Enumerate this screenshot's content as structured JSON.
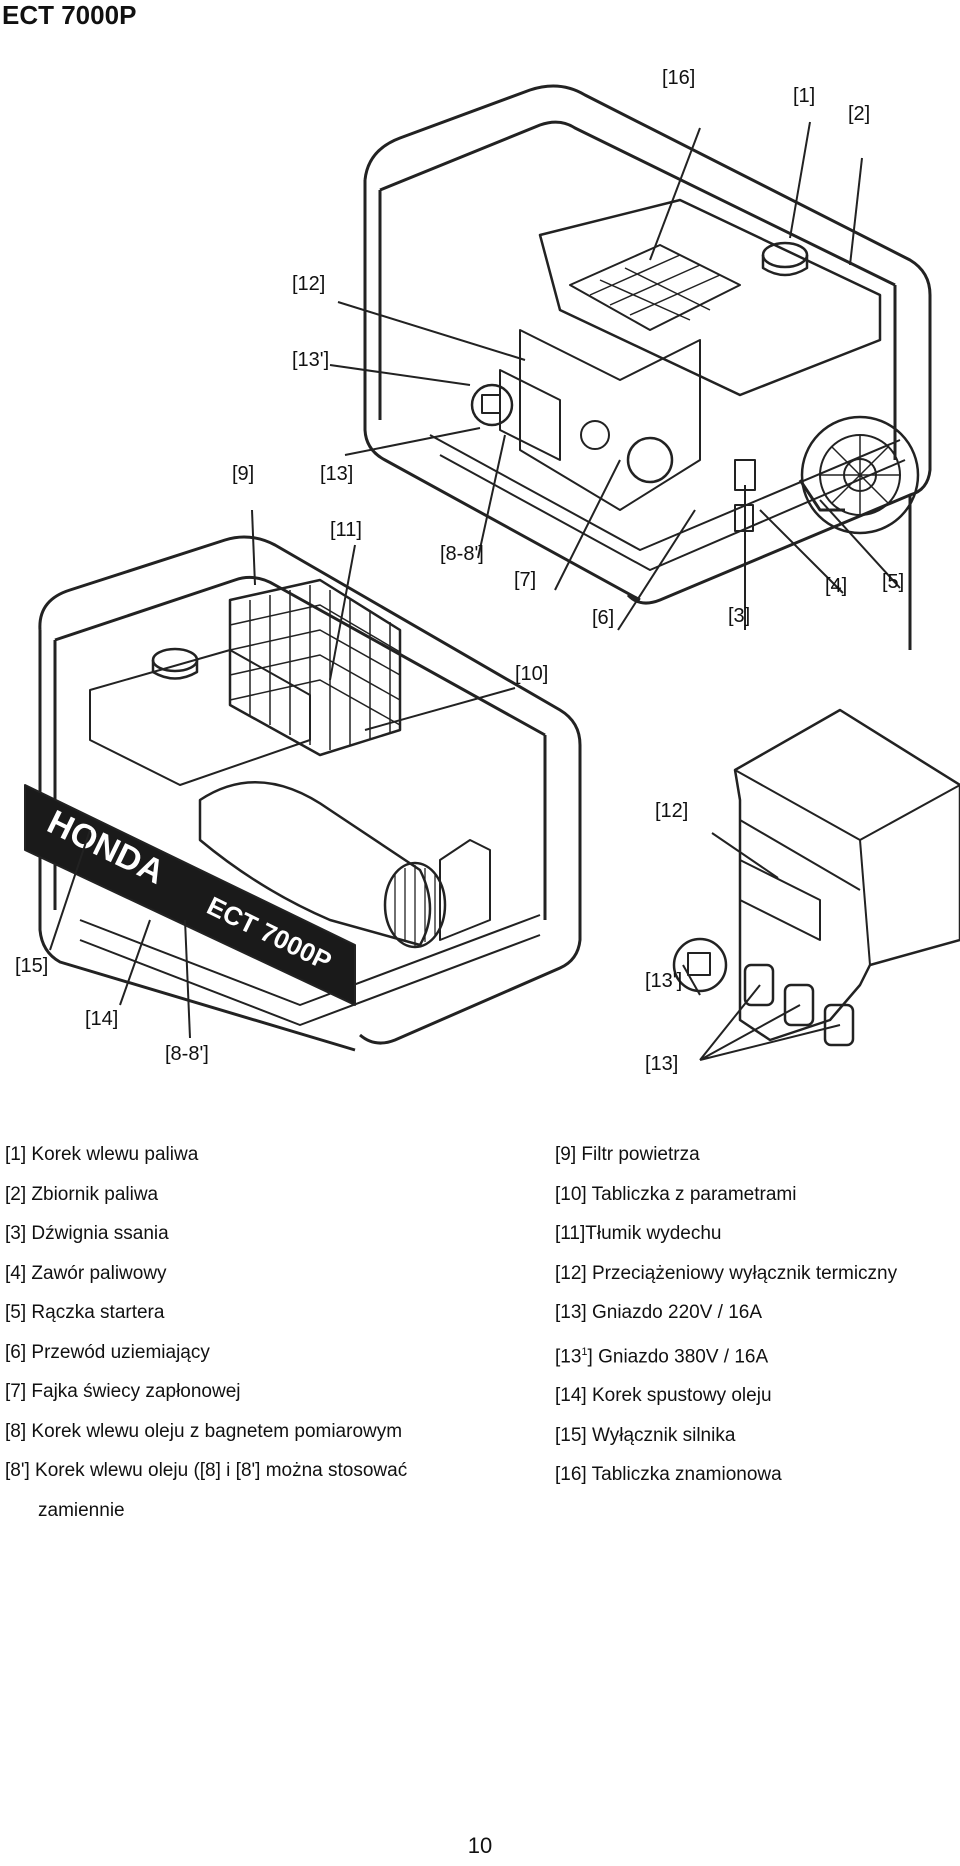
{
  "title": "ECT 7000P",
  "callouts": {
    "c1": "[1]",
    "c2": "[2]",
    "c3": "[3]",
    "c4": "[4]",
    "c5": "[5]",
    "c6": "[6]",
    "c7": "[7]",
    "c8": "[8-8']",
    "c9": "[9]",
    "c10": "[10]",
    "c11": "[11]",
    "c12": "[12]",
    "c13": "[13]",
    "c13p": "[13']",
    "c14": "[14]",
    "c15": "[15]",
    "c16": "[16]",
    "c8b": "[8-8']",
    "c12b": "[12]",
    "c13b": "[13']",
    "c13c": "[13]"
  },
  "brand_text": "HONDA",
  "model_plate": "ECT 7000P",
  "legend_left": [
    "[1] Korek wlewu paliwa",
    "[2] Zbiornik paliwa",
    "[3] Dźwignia ssania",
    "[4] Zawór paliwowy",
    "[5] Rączka startera",
    "[6] Przewód uziemiający",
    "[7] Fajka świecy zapłonowej",
    "[8] Korek wlewu oleju z bagnetem pomiarowym",
    "[8'] Korek wlewu oleju ([8] i [8'] można stosować",
    "zamiennie"
  ],
  "legend_right": [
    "[9] Filtr powietrza",
    "[10] Tabliczka z parametrami",
    "[11]Tłumik wydechu",
    "[12] Przeciążeniowy wyłącznik termiczny",
    "[13] Gniazdo 220V / 16A",
    "[14] Korek spustowy oleju",
    "[15] Wyłącznik silnika",
    "[16] Tabliczka znamionowa"
  ],
  "legend_right_sup": {
    "prefix": "[13",
    "sup": "1",
    "suffix": "] Gniazdo 380V / 16A"
  },
  "page_number": "10"
}
